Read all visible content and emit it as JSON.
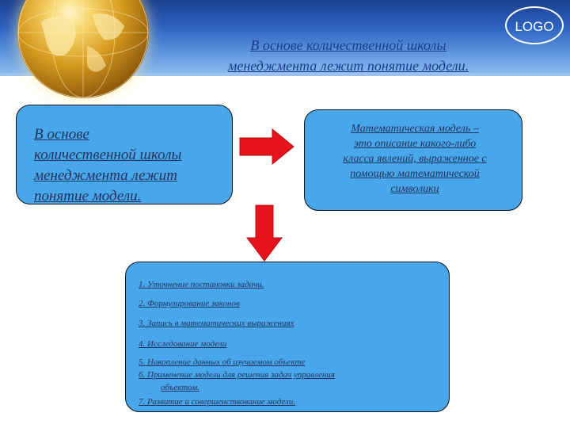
{
  "header": {
    "logo_text": "LOGO",
    "title_lines": [
      "В основе количественной школы",
      "менеджмента лежит понятие модели."
    ]
  },
  "left_box": {
    "lines": [
      "В основе",
      "количественной школы",
      "менеджмента лежит",
      "понятие модели."
    ]
  },
  "right_box": {
    "lines": [
      "Математическая модель –",
      "это описание какого-либо",
      "класса явлений, выраженное с",
      "помощью математической",
      "символики"
    ]
  },
  "steps_box": {
    "steps": [
      "1. Уточнение постановки задачи.",
      "2. Формулирование законов",
      "3. Запись в математических выражениях",
      "4. Исследование модели",
      "5. Накопление данных об изучаемом объекте",
      "6. Применение модели для решения задач управления",
      "объектом.",
      "7. Развитие и совершенствование модели."
    ]
  },
  "colors": {
    "box_fill": "#48a6ea",
    "arrow_fill": "#e8141b",
    "header_dark": "#1b3f8e",
    "text_dark": "#24325a"
  },
  "icons": {
    "globe": "golden-globe-icon",
    "arrow_right": "red-arrow-right-icon",
    "arrow_down": "red-arrow-down-icon"
  }
}
